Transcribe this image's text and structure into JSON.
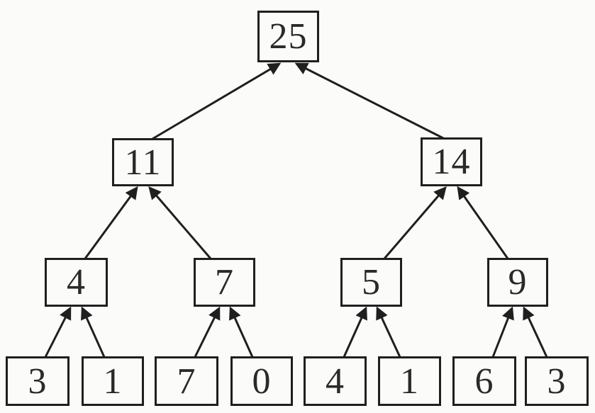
{
  "diagram": {
    "type": "binary-sum-tree",
    "arrow_direction": "child-to-parent",
    "line_color": "#1f1f1f",
    "background_color": "#fbfbfa"
  },
  "tree": {
    "nodes": {
      "root": "25",
      "l1_0": "11",
      "l1_1": "14",
      "l2_0": "4",
      "l2_1": "7",
      "l2_2": "5",
      "l2_3": "9",
      "l3_0": "3",
      "l3_1": "1",
      "l3_2": "7",
      "l3_3": "0",
      "l3_4": "4",
      "l3_5": "1",
      "l3_6": "6",
      "l3_7": "3"
    },
    "edges": [
      {
        "from": "l1_0",
        "to": "root"
      },
      {
        "from": "l1_1",
        "to": "root"
      },
      {
        "from": "l2_0",
        "to": "l1_0"
      },
      {
        "from": "l2_1",
        "to": "l1_0"
      },
      {
        "from": "l2_2",
        "to": "l1_1"
      },
      {
        "from": "l2_3",
        "to": "l1_1"
      },
      {
        "from": "l3_0",
        "to": "l2_0"
      },
      {
        "from": "l3_1",
        "to": "l2_0"
      },
      {
        "from": "l3_2",
        "to": "l2_1"
      },
      {
        "from": "l3_3",
        "to": "l2_1"
      },
      {
        "from": "l3_4",
        "to": "l2_2"
      },
      {
        "from": "l3_5",
        "to": "l2_2"
      },
      {
        "from": "l3_6",
        "to": "l2_3"
      },
      {
        "from": "l3_7",
        "to": "l2_3"
      }
    ]
  }
}
